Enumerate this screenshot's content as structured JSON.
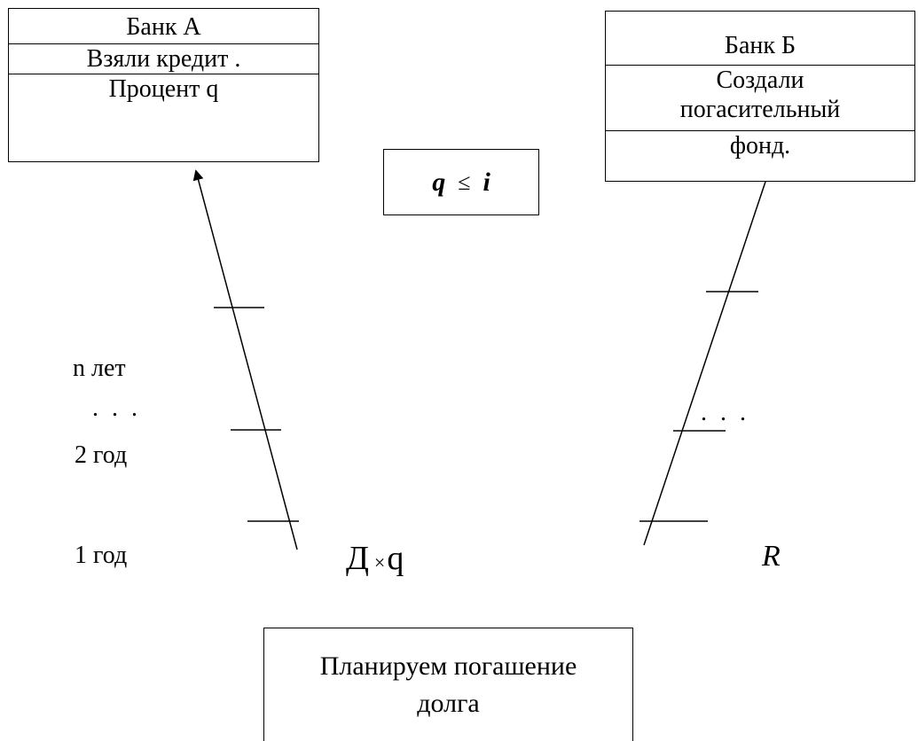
{
  "bank_a": {
    "title": "Банк А",
    "row2": "Взяли кредит .",
    "row3": "Процент q"
  },
  "bank_b": {
    "title": "Банк Б",
    "row2_line1": "Создали",
    "row2_line2": "погасительный",
    "row3": "фонд."
  },
  "condition": {
    "left": "q",
    "operator": "≤",
    "right": "i"
  },
  "timeline_labels": {
    "n_years": "n лет",
    "dots": ". . .",
    "year2": "2 год",
    "year1": "1 год"
  },
  "right_dots": ". . .",
  "formula_left": {
    "d": "Д",
    "times": "×",
    "q": "q"
  },
  "formula_right": "R",
  "plan": {
    "line1": "Планируем погашение",
    "line2": "долга"
  }
}
